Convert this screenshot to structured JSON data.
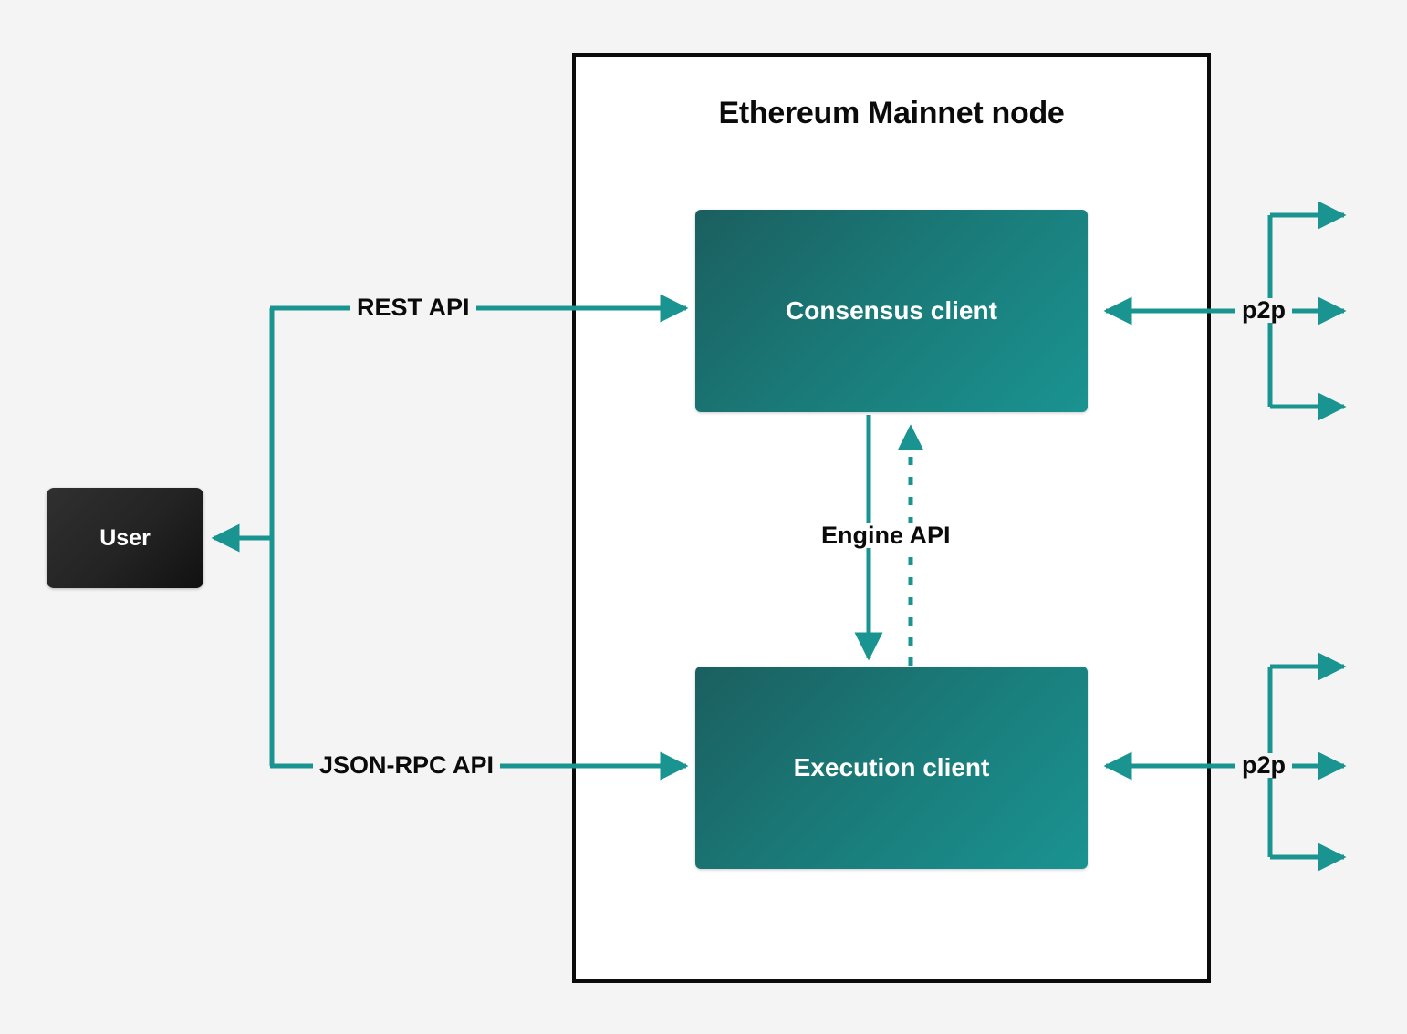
{
  "diagram": {
    "title": "Ethereum Mainnet node",
    "background_color": "#f4f4f4",
    "accent_color": "#1a9490",
    "container_border_color": "#0b0b0b",
    "nodes": {
      "container_label": "Ethereum Mainnet node",
      "consensus_client": "Consensus client",
      "execution_client": "Execution client",
      "user": "User"
    },
    "edges": {
      "rest_api": "REST API",
      "json_rpc_api": "JSON-RPC API",
      "engine_api": "Engine API",
      "p2p_top": "p2p",
      "p2p_bottom": "p2p"
    },
    "colors": {
      "box_gradient_start": "#1b5f5f",
      "box_gradient_end": "#1a9391",
      "user_gradient_start": "#303030",
      "user_gradient_end": "#111111",
      "arrow": "#1a9490",
      "text_dark": "#0b0b0b",
      "text_light": "#ffffff"
    }
  }
}
